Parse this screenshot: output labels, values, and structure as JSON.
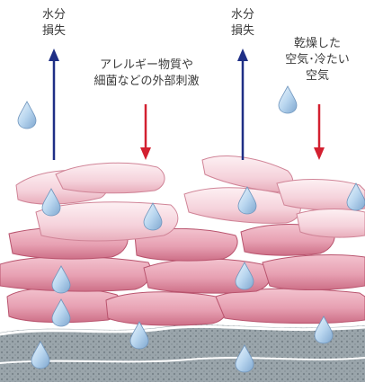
{
  "labels": {
    "water_loss_left": [
      "水分",
      "損失"
    ],
    "water_loss_right": [
      "水分",
      "損失"
    ],
    "external_stimulus": [
      "アレルギー物質や",
      "細菌などの外部刺激"
    ],
    "dry_air": [
      "乾燥した",
      "空気･冷たい",
      "空気"
    ]
  },
  "colors": {
    "outward_arrow": "#1f2f86",
    "inward_arrow": "#d32030",
    "skin_cell_fill": "#e9a3b3",
    "skin_cell_edge": "#c45a74",
    "surface_cell_fill": "#f7dde4",
    "basal_layer": "#8e9aa1",
    "water_drop": "#9ec2e4"
  },
  "icons": {
    "water_drop": "water-drop-icon",
    "up_arrow": "up-arrow-icon",
    "down_arrow": "down-arrow-icon"
  }
}
